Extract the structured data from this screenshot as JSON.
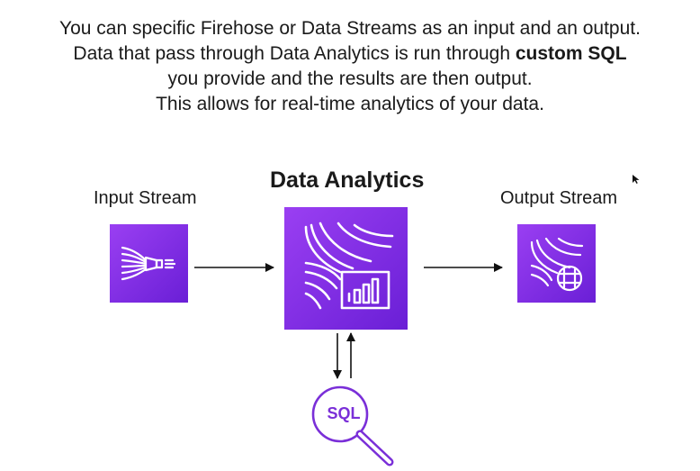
{
  "intro": {
    "line1": "You can specific Firehose or Data Streams as an input and an output.",
    "line2_pre": "Data that pass through Data Analytics is run through ",
    "line2_bold": "custom SQL",
    "line3": "you provide and the results are then output.",
    "line4": "This allows for real-time analytics of your data."
  },
  "nodes": {
    "input": {
      "label": "Input Stream",
      "icon": "firehose-icon"
    },
    "analytics": {
      "label": "Data Analytics",
      "icon": "data-analytics-icon"
    },
    "output": {
      "label": "Output Stream",
      "icon": "data-streams-icon"
    },
    "sql": {
      "label": "SQL",
      "icon": "magnifier-icon"
    }
  },
  "colors": {
    "tile_light": "#9a3ff2",
    "tile_dark": "#6a1fd6",
    "sql_accent": "#7a2fd8",
    "arrow": "#111111"
  }
}
